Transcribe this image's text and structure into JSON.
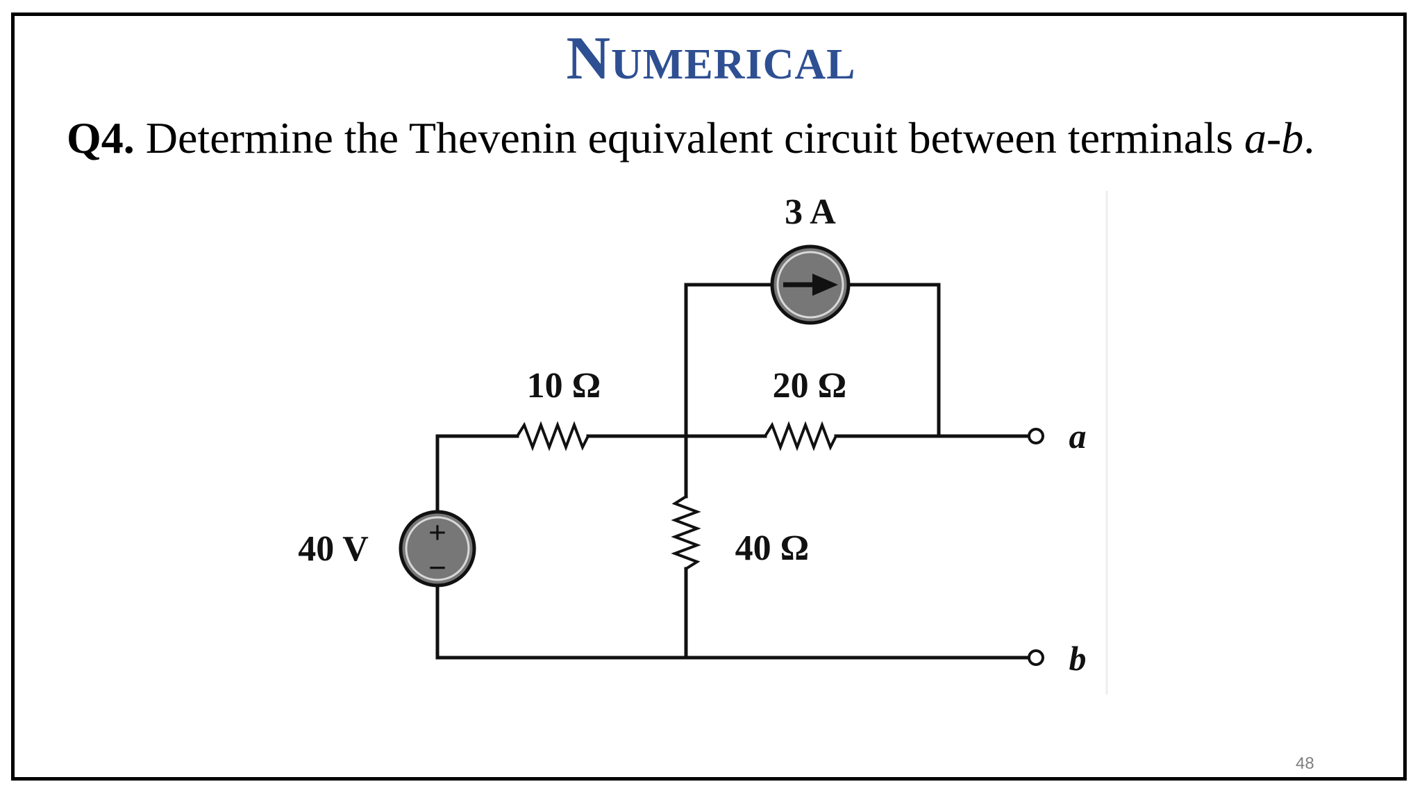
{
  "slide": {
    "title": "Numerical",
    "question": {
      "number": "Q4.",
      "text": " Determine the Thevenin equivalent circuit between terminals ",
      "terminals": "a-b",
      "end": "."
    },
    "page_number": "48"
  },
  "circuit": {
    "current_source": {
      "label": "3 A"
    },
    "r1": {
      "label": "10 Ω"
    },
    "r2": {
      "label": "20 Ω"
    },
    "r3": {
      "label": "40 Ω"
    },
    "voltage_source": {
      "label": "40 V",
      "plus": "+",
      "minus": "−"
    },
    "terminal_a": {
      "label": "a"
    },
    "terminal_b": {
      "label": "b"
    }
  }
}
